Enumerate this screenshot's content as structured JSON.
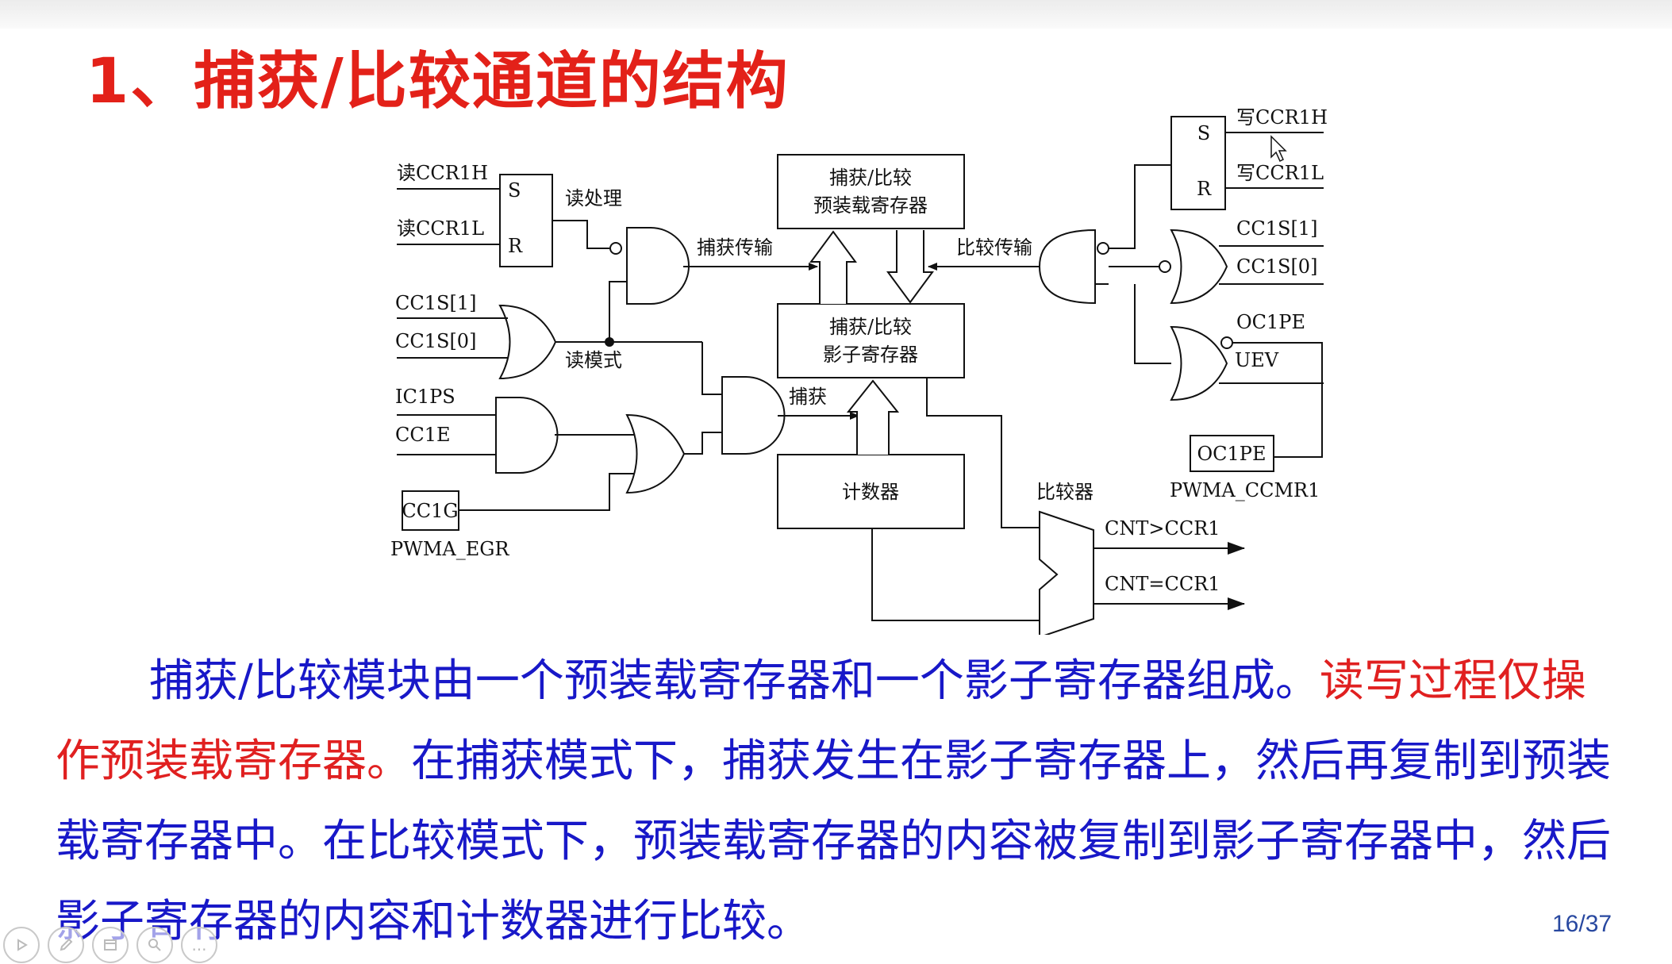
{
  "slide": {
    "title": "1、捕获/比较通道的结构",
    "page_number": "16/37"
  },
  "diagram": {
    "read_ccr1h": "读CCR1H",
    "read_ccr1l": "读CCR1L",
    "sr_s": "S",
    "sr_r": "R",
    "read_handling": "读处理",
    "capture_transfer": "捕获传输",
    "compare_transfer": "比较传输",
    "preload_reg_line1": "捕获/比较",
    "preload_reg_line2": "预装载寄存器",
    "shadow_reg_line1": "捕获/比较",
    "shadow_reg_line2": "影子寄存器",
    "counter": "计数器",
    "comparator": "比较器",
    "cc1s1": "CC1S[1]",
    "cc1s0": "CC1S[0]",
    "read_mode": "读模式",
    "ic1ps": "IC1PS",
    "cc1e": "CC1E",
    "capture": "捕获",
    "cc1g": "CC1G",
    "pwma_egr": "PWMA_EGR",
    "write_ccr1h": "写CCR1H",
    "write_ccr1l": "写CCR1L",
    "oc1pe": "OC1PE",
    "uev": "UEV",
    "pwma_ccmr1": "PWMA_CCMR1",
    "cnt_gt": "CNT>CCR1",
    "cnt_eq": "CNT=CCR1"
  },
  "paragraph": {
    "part1": "捕获/比较模块由一个预装载寄存器和一个影子寄存器组成。",
    "part2": "读写过程仅操作预装载寄存器。",
    "part3": "在捕获模式下，捕获发生在影子寄存器上，然后再复制到预装载寄存器中。在比较模式下，预装载寄存器的内容被复制到影子寄存器中，然后影子寄存器的内容和计数器进行比较。"
  },
  "toolbar": {
    "play_icon": "play-icon",
    "pen_icon": "pen-icon",
    "slides_icon": "slides-icon",
    "zoom_icon": "zoom-icon",
    "more_icon": "more-icon",
    "more_label": "..."
  },
  "colors": {
    "title": "#e32119",
    "text_blue": "#1818c8",
    "text_red": "#e02020"
  }
}
